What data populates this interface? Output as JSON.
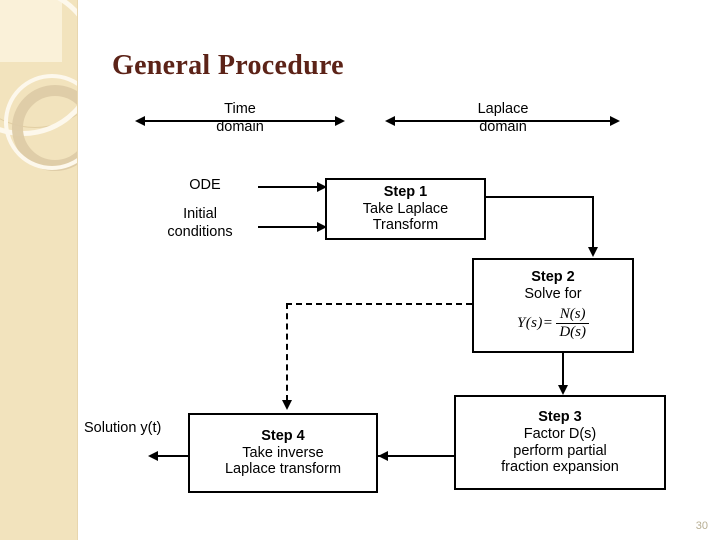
{
  "slide": {
    "title": "General Procedure",
    "page_number": "30",
    "accent_color": "#5c2318",
    "band_color": "#f2e3bd",
    "line_color": "#000000",
    "background_color": "#ffffff"
  },
  "domain_labels": [
    {
      "name": "time-domain",
      "line1": "Time",
      "line2": "domain"
    },
    {
      "name": "laplace-domain",
      "line1": "Laplace",
      "line2": "domain"
    }
  ],
  "inputs": [
    {
      "name": "ode",
      "line1": "ODE",
      "line2": ""
    },
    {
      "name": "initial-conditions",
      "line1": "Initial",
      "line2": "conditions"
    }
  ],
  "output": {
    "name": "solution",
    "label": "Solution y(t)"
  },
  "steps": [
    {
      "id": "step-1",
      "title": "Step 1",
      "lines": [
        "Take Laplace",
        "Transform"
      ]
    },
    {
      "id": "step-2",
      "title": "Step 2",
      "lines": [
        "Solve for"
      ],
      "equation": {
        "lhs": "Y(s)=",
        "numerator": "N(s)",
        "denominator": "D(s)"
      }
    },
    {
      "id": "step-3",
      "title": "Step 3",
      "lines": [
        "Factor D(s)",
        "perform partial",
        "fraction expansion"
      ]
    },
    {
      "id": "step-4",
      "title": "Step 4",
      "lines": [
        "Take inverse",
        "Laplace transform"
      ]
    }
  ]
}
